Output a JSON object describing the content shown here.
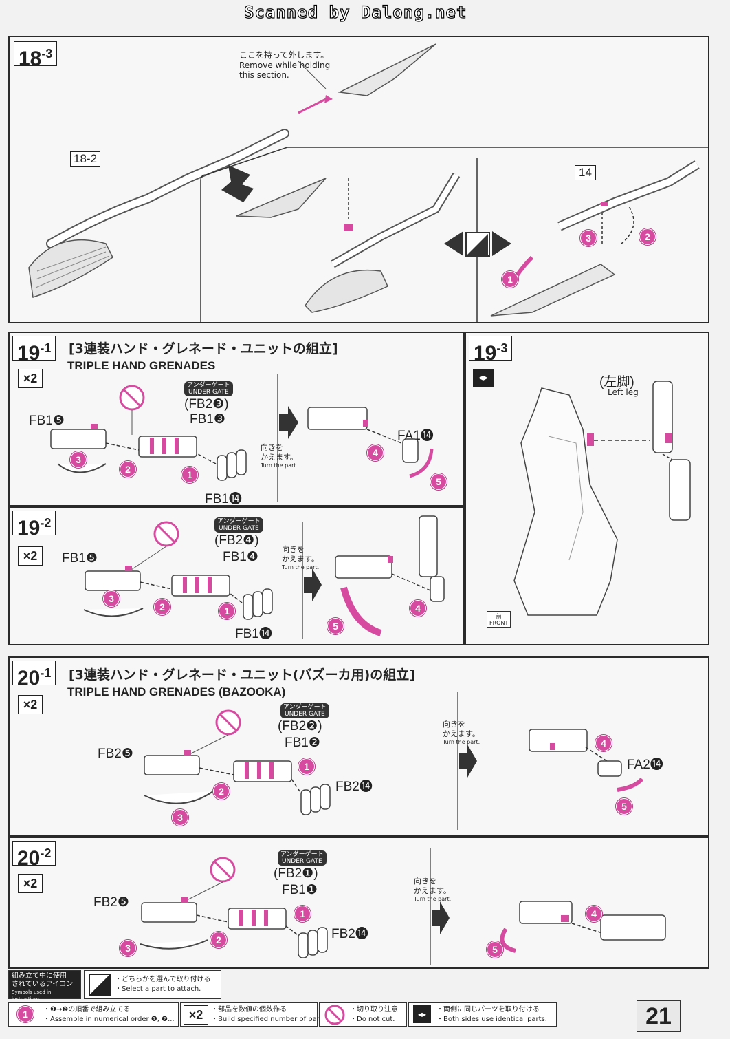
{
  "header": {
    "scanner_credit": "Scanned by Dalong.net"
  },
  "step18_3": {
    "badge": "18",
    "badge_sub": "-3",
    "note_jp": "ここを持って外します。",
    "note_en_1": "Remove while holding",
    "note_en_2": "this section.",
    "ref_part": "18-2",
    "ref_part2": "14"
  },
  "step19_1": {
    "badge": "19",
    "badge_sub": "-1",
    "title_jp": "[3連装ハンド・グレネード・ユニットの組立]",
    "title_en": "TRIPLE HAND GRENADES",
    "count": "×2",
    "gate_jp": "アンダーゲート",
    "gate_en": "UNDER GATE",
    "part_a": "FB1❺",
    "part_b": "(FB2❸)",
    "part_c": "FB1❸",
    "part_d": "FB1⓮",
    "part_e": "FA1⓮",
    "turn_jp_1": "向きを",
    "turn_jp_2": "かえます。",
    "turn_en": "Turn the part."
  },
  "step19_2": {
    "badge": "19",
    "badge_sub": "-2",
    "count": "×2",
    "gate_jp": "アンダーゲート",
    "gate_en": "UNDER GATE",
    "part_a": "FB1❺",
    "part_b": "(FB2❹)",
    "part_c": "FB1❹",
    "part_d": "FB1⓮",
    "turn_jp_1": "向きを",
    "turn_jp_2": "かえます。",
    "turn_en": "Turn the part."
  },
  "step19_3": {
    "badge": "19",
    "badge_sub": "-3",
    "leg_jp": "(左脚)",
    "leg_en": "Left leg",
    "front_jp": "前",
    "front_en": "FRONT"
  },
  "step20_1": {
    "badge": "20",
    "badge_sub": "-1",
    "title_jp": "[3連装ハンド・グレネード・ユニット(バズーカ用)の組立]",
    "title_en": "TRIPLE HAND GRENADES (BAZOOKA)",
    "count": "×2",
    "gate_jp": "アンダーゲート",
    "gate_en": "UNDER GATE",
    "part_a": "FB2❺",
    "part_b": "(FB2❷)",
    "part_c": "FB1❷",
    "part_d": "FB2⓮",
    "part_e": "FA2⓮",
    "turn_jp_1": "向きを",
    "turn_jp_2": "かえます。",
    "turn_en": "Turn the part."
  },
  "step20_2": {
    "badge": "20",
    "badge_sub": "-2",
    "count": "×2",
    "gate_jp": "アンダーゲート",
    "gate_en": "UNDER GATE",
    "part_a": "FB2❺",
    "part_b": "(FB2❶)",
    "part_c": "FB1❶",
    "part_d": "FB2⓮",
    "turn_jp_1": "向きを",
    "turn_jp_2": "かえます。",
    "turn_en": "Turn the part."
  },
  "legend": {
    "header_jp_1": "組み立て中に使用",
    "header_jp_2": "されているアイコン",
    "header_en": "Symbols used in instructions",
    "select_jp": "・どちらかを選んで取り付ける",
    "select_en": "・Select a part to attach.",
    "order_jp": "・❶→❷の順番で組み立てる",
    "order_en": "・Assemble in numerical order ❶, ❷...",
    "count_jp": "・部品を数値の個数作る",
    "count_en": "・Build specified number of parts.",
    "cut_jp": "・切り取り注意",
    "cut_en": "・Do not cut.",
    "sides_jp": "・両側に同じパーツを取り付ける",
    "sides_en": "・Both sides use identical parts."
  },
  "page_number": "21",
  "colors": {
    "accent": "#d64aa0",
    "frame": "#2a2a2a",
    "part": "#ffffff"
  }
}
